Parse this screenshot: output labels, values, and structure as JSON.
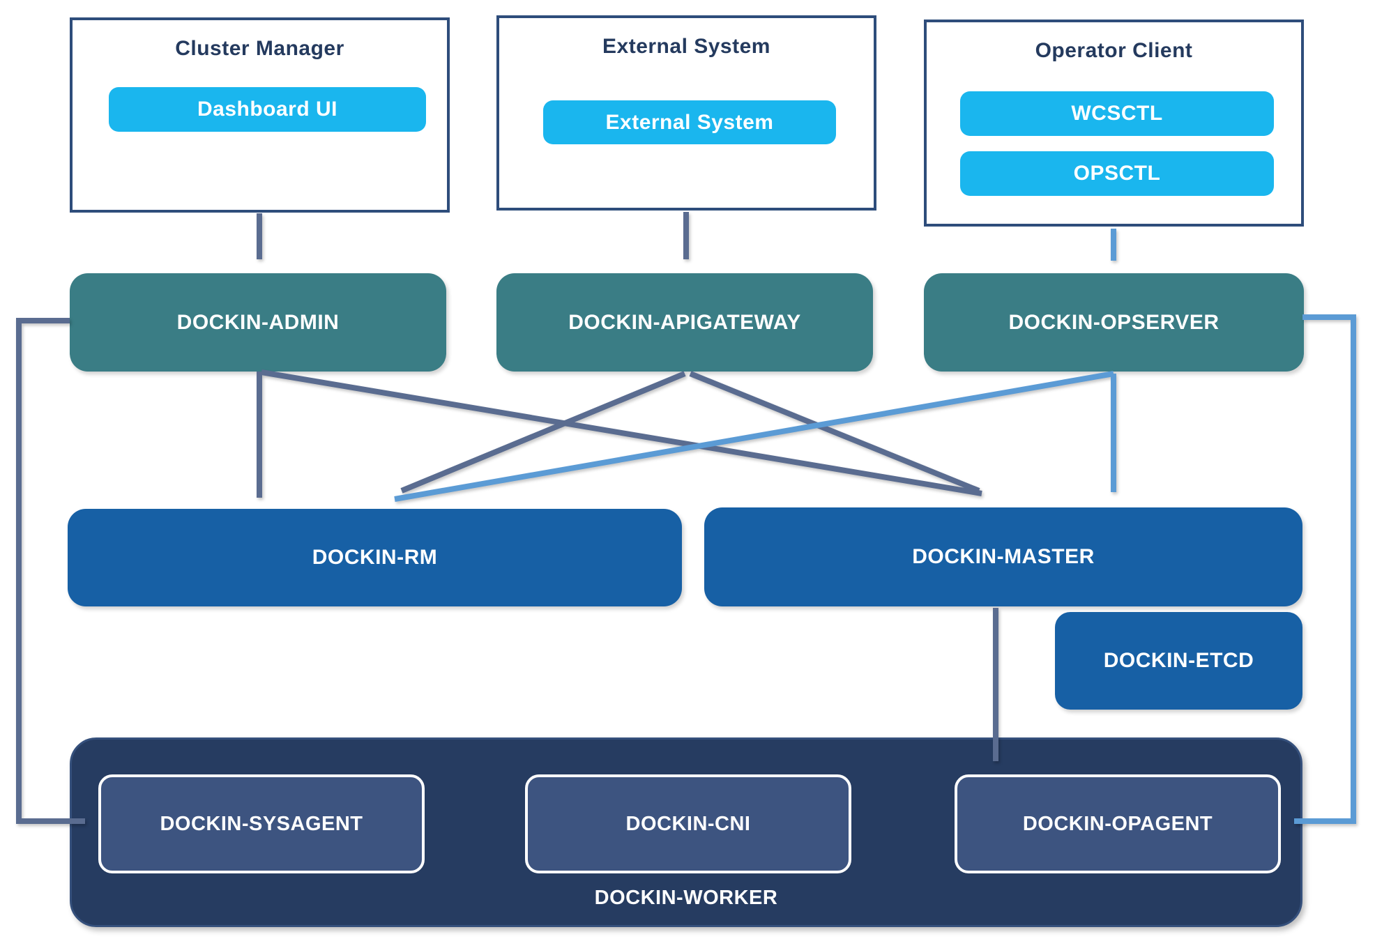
{
  "diagram": {
    "top_boxes": [
      {
        "title": "Cluster Manager",
        "buttons": [
          "Dashboard UI"
        ]
      },
      {
        "title": "External System",
        "buttons": [
          "External System"
        ]
      },
      {
        "title": "Operator Client",
        "buttons": [
          "WCSCTL",
          "OPSCTL"
        ]
      }
    ],
    "services": [
      "DOCKIN-ADMIN",
      "DOCKIN-APIGATEWAY",
      "DOCKIN-OPSERVER"
    ],
    "core": [
      "DOCKIN-RM",
      "DOCKIN-MASTER"
    ],
    "etcd_label": "DOCKIN-ETCD",
    "worker": {
      "label": "DOCKIN-WORKER",
      "agents": [
        "DOCKIN-SYSAGENT",
        "DOCKIN-CNI",
        "DOCKIN-OPAGENT"
      ]
    },
    "colors": {
      "cyan_button": "#1ab6ee",
      "teal_service": "#3a7d85",
      "core_blue": "#1760a5",
      "worker_navy": "#263c61",
      "agent_fill": "#3d5480",
      "slate_arrow": "#5a6c90",
      "light_blue_arrow": "#5b9bd5",
      "outline_navy": "#2e4d7b",
      "title_navy": "#243a5e"
    }
  }
}
